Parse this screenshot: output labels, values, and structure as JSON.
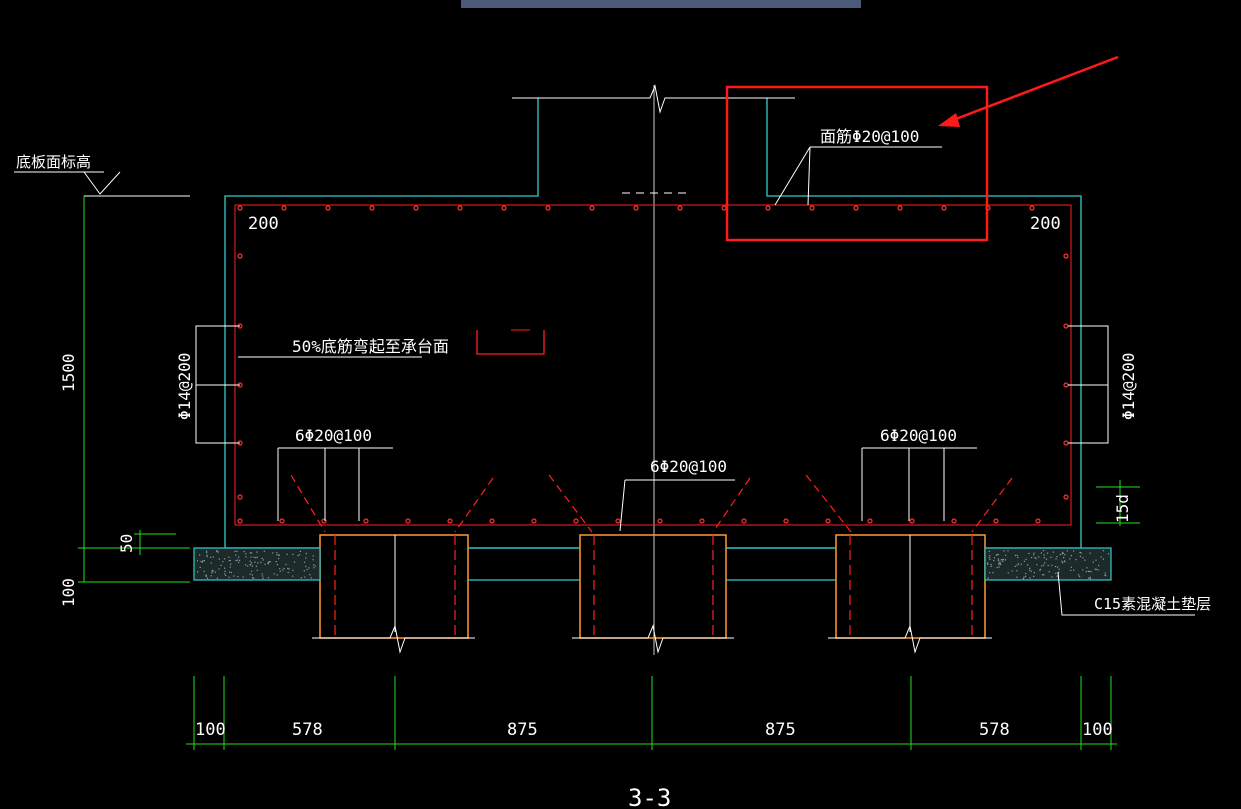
{
  "colors": {
    "background": "#000000",
    "outline": "#33cccc",
    "rebar": "#ff2020",
    "dimension": "#20e020",
    "text": "#ffffff",
    "pile": "#ff9a30",
    "highlight": "#ff1a1a",
    "padFill": "#2a3a3a"
  },
  "labels": {
    "level_mark": "底板面标高",
    "top_rebar": "面筋Φ20@100",
    "cover_left": "200",
    "cover_right": "200",
    "bent_note": "50%底筋弯起至承台面",
    "side_rebar_left": "Φ14@200",
    "side_rebar_right": "Φ14@200",
    "bottom_rebar_left": "6Φ20@100",
    "bottom_rebar_mid": "6Φ20@100",
    "bottom_rebar_right": "6Φ20@100",
    "anchor": "15d",
    "pad_note": "C15素混凝土垫层",
    "section_title": "3-3"
  },
  "dimensions": {
    "vertical": [
      "1500",
      "50",
      "100"
    ],
    "horizontal": [
      "100",
      "578",
      "875",
      "875",
      "578",
      "100"
    ]
  }
}
